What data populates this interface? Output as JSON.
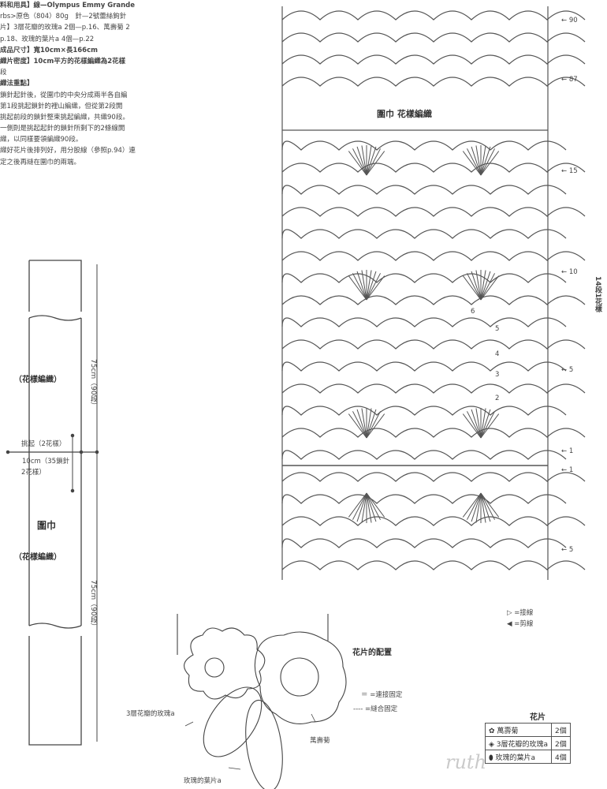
{
  "notes": [
    "料和用具】線—Olympus Emmy Grande",
    "rbs>原色（804）80g　針—2號蕾絲鉤針",
    "片】3層花瓣的玫瑰a 2個—p.16、萬壽菊 2",
    "p.18、玫瑰的葉片a 4個—p.22",
    "成品尺寸】寬10cm×長166cm",
    "織片密度】10cm平方的花樣編織為2花樣",
    "段",
    "織法重點】",
    "鎖針起針後，從圍巾的中央分成兩半各自編",
    "第1段挑起鎖針的裡山編織，但從第2段開",
    "挑起前段的鎖針整束挑起編織，共織90段。",
    "一側則是挑起起針的鎖針所剩下的2條線開",
    "織，以同樣要領編織90段。",
    "織好花片後排列好，用分股線（參照p.94）連",
    "定之後再縫在圍巾的兩端。"
  ],
  "schematic": {
    "upper_label": "（花樣編織）",
    "upper_length": "75cm（90段）",
    "pickup": "挑起（2花樣）",
    "width": "10cm（35鎖針",
    "width2": "2花樣）",
    "title": "圍巾",
    "lower_label": "（花樣編織）",
    "lower_length": "75cm（90段）"
  },
  "chart": {
    "title": "圍巾 花樣編織",
    "row_labels": [
      "90",
      "87",
      "15",
      "10",
      "5",
      "1",
      "1",
      "5"
    ],
    "repeat_label": "14段1花樣",
    "inner_numbers": [
      "6",
      "5",
      "4",
      "3",
      "2"
    ],
    "legend": [
      {
        "symbol": "▷",
        "text": "=接線"
      },
      {
        "symbol": "◀",
        "text": "=剪線"
      }
    ]
  },
  "layout_diagram": {
    "title": "花片的配置",
    "legend": [
      {
        "symbol": "＝",
        "text": "=連接固定"
      },
      {
        "symbol": "----",
        "text": "=縫合固定"
      }
    ],
    "labels": {
      "rose": "3層花瓣的玫瑰a",
      "marigold": "萬壽菊",
      "leaf": "玫瑰的葉片a"
    }
  },
  "pieces": {
    "title": "花片",
    "rows": [
      {
        "name": "萬壽菊",
        "count": "2個"
      },
      {
        "name": "3層花瓣的玫瑰a",
        "count": "2個"
      },
      {
        "name": "玫瑰的葉片a",
        "count": "4個"
      }
    ]
  },
  "watermark": "ruth"
}
